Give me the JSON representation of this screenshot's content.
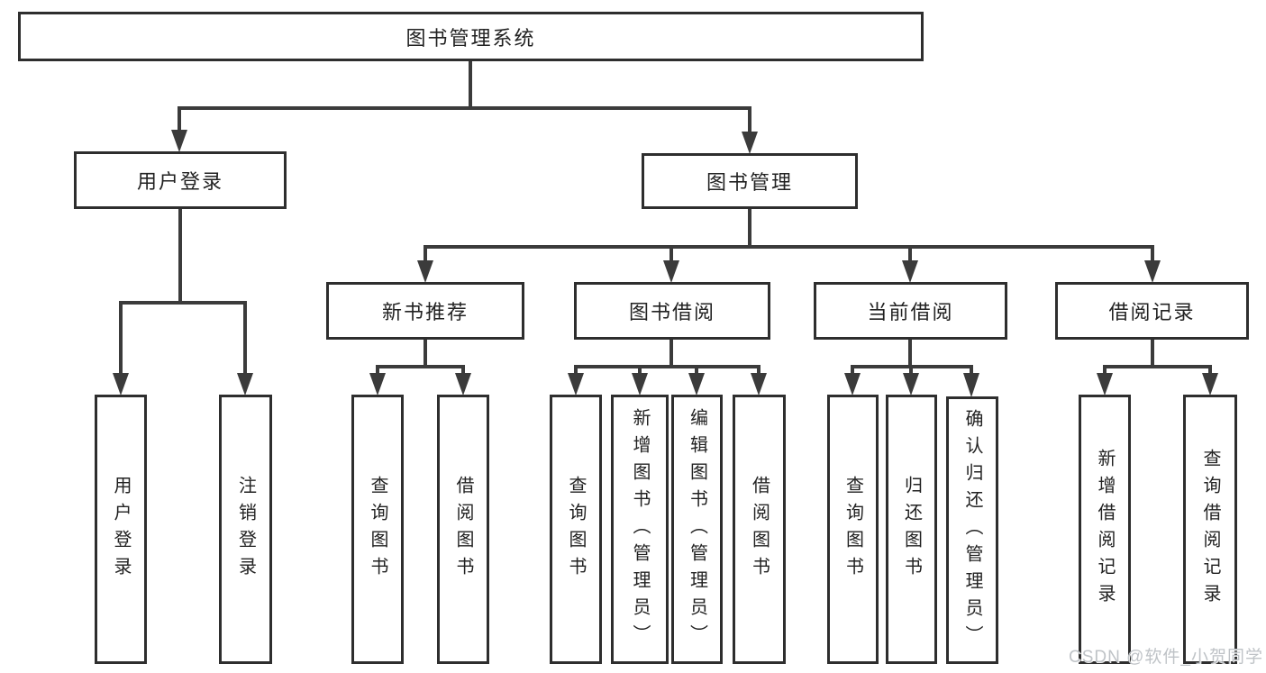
{
  "tree": {
    "label": "图书管理系统",
    "children": [
      {
        "label": "用户登录",
        "children": [
          {
            "label": "用户登录"
          },
          {
            "label": "注销登录"
          }
        ]
      },
      {
        "label": "图书管理",
        "children": [
          {
            "label": "新书推荐",
            "children": [
              {
                "label": "查询图书"
              },
              {
                "label": "借阅图书"
              }
            ]
          },
          {
            "label": "图书借阅",
            "children": [
              {
                "label": "查询图书"
              },
              {
                "label": "新增图书（管理员）"
              },
              {
                "label": "编辑图书（管理员）"
              },
              {
                "label": "借阅图书"
              }
            ]
          },
          {
            "label": "当前借阅",
            "children": [
              {
                "label": "查询图书"
              },
              {
                "label": "归还图书"
              },
              {
                "label": "确认归还（管理员）"
              }
            ]
          },
          {
            "label": "借阅记录",
            "children": [
              {
                "label": "新增借阅记录"
              },
              {
                "label": "查询借阅记录"
              }
            ]
          }
        ]
      }
    ]
  },
  "watermark": "CSDN @软件_小贺同学",
  "colors": {
    "line": "#3b3b3b",
    "border": "#2e2e2e",
    "text": "#222222",
    "background": "#ffffff",
    "watermark": "#bfc3c7"
  }
}
